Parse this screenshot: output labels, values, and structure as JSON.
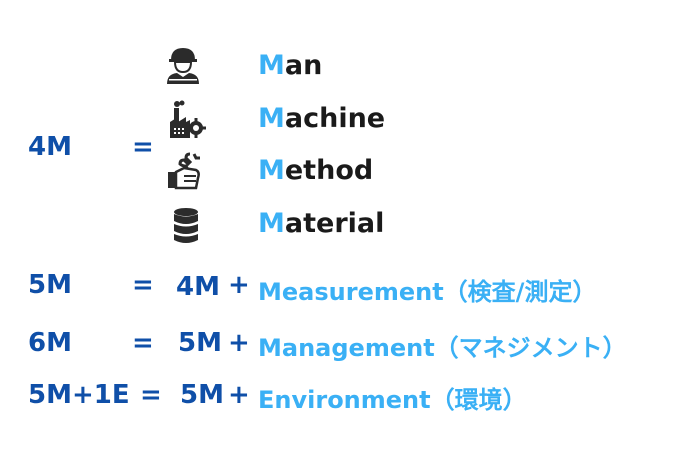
{
  "colors": {
    "dark_blue": "#0f4fa8",
    "light_blue": "#3ab0f5",
    "black": "#1a1a1a"
  },
  "four_m": {
    "lhs": "4M",
    "equals": "=",
    "items": [
      {
        "icon": "worker-icon",
        "initial": "M",
        "rest": "an"
      },
      {
        "icon": "factory-gear-icon",
        "initial": "M",
        "rest": "achine"
      },
      {
        "icon": "hand-wrench-icon",
        "initial": "M",
        "rest": "ethod"
      },
      {
        "icon": "database-icon",
        "initial": "M",
        "rest": "aterial"
      }
    ]
  },
  "equations": [
    {
      "lhs": "5M",
      "equals": "=",
      "base": "4M",
      "plus": "+",
      "term": "Measurement（検査/測定）"
    },
    {
      "lhs": "6M",
      "equals": "=",
      "base": "5M",
      "plus": "+",
      "term": "Management（マネジメント）"
    },
    {
      "lhs": "5M+1E",
      "equals": "=",
      "base": "5M",
      "plus": "+",
      "term": "Environment（環境）"
    }
  ]
}
